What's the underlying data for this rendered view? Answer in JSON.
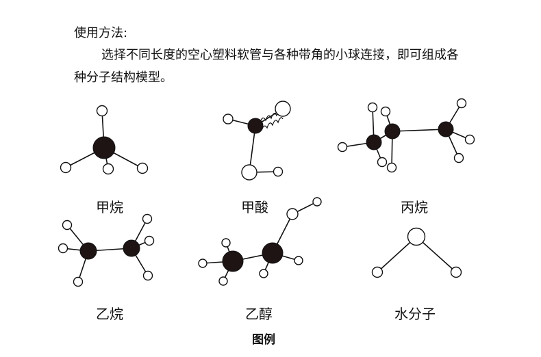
{
  "instructions": {
    "heading": "使用方法:",
    "line1": "选择不同长度的空心塑料软管与各种带角的小球连接，即可组成各",
    "line2": "种分子结构模型。"
  },
  "molecules": [
    {
      "name": "甲烷"
    },
    {
      "name": "甲酸"
    },
    {
      "name": "丙烷"
    },
    {
      "name": "乙烷"
    },
    {
      "name": "乙醇"
    },
    {
      "name": "水分子"
    }
  ],
  "caption": "图例"
}
